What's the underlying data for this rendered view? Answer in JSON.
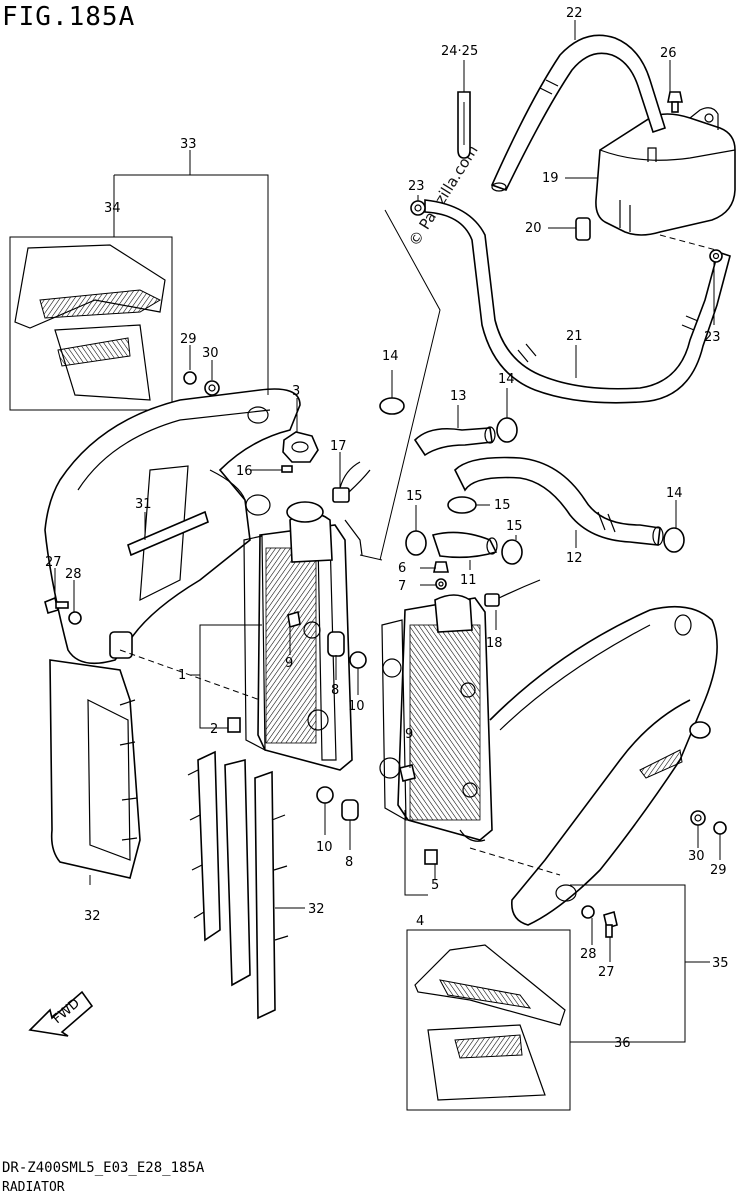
{
  "figure_title": "FIG.185A",
  "model_code": "DR-Z400SML5_E03_E28_185A",
  "section_name": "RADIATOR",
  "watermark": "© Partzilla.com",
  "fwd_label": "FWD",
  "callouts": [
    {
      "id": "c1",
      "text": "1"
    },
    {
      "id": "c2",
      "text": "2"
    },
    {
      "id": "c3",
      "text": "3"
    },
    {
      "id": "c4",
      "text": "4"
    },
    {
      "id": "c5",
      "text": "5"
    },
    {
      "id": "c6",
      "text": "6"
    },
    {
      "id": "c7",
      "text": "7"
    },
    {
      "id": "c8a",
      "text": "8"
    },
    {
      "id": "c8b",
      "text": "8"
    },
    {
      "id": "c9a",
      "text": "9"
    },
    {
      "id": "c9b",
      "text": "9"
    },
    {
      "id": "c10a",
      "text": "10"
    },
    {
      "id": "c10b",
      "text": "10"
    },
    {
      "id": "c11",
      "text": "11"
    },
    {
      "id": "c12",
      "text": "12"
    },
    {
      "id": "c13",
      "text": "13"
    },
    {
      "id": "c14a",
      "text": "14"
    },
    {
      "id": "c14b",
      "text": "14"
    },
    {
      "id": "c14c",
      "text": "14"
    },
    {
      "id": "c15a",
      "text": "15"
    },
    {
      "id": "c15b",
      "text": "15"
    },
    {
      "id": "c15c",
      "text": "15"
    },
    {
      "id": "c16",
      "text": "16"
    },
    {
      "id": "c17",
      "text": "17"
    },
    {
      "id": "c18",
      "text": "18"
    },
    {
      "id": "c19",
      "text": "19"
    },
    {
      "id": "c20",
      "text": "20"
    },
    {
      "id": "c21",
      "text": "21"
    },
    {
      "id": "c22",
      "text": "22"
    },
    {
      "id": "c23a",
      "text": "23"
    },
    {
      "id": "c23b",
      "text": "23"
    },
    {
      "id": "c2425",
      "text": "24·25"
    },
    {
      "id": "c26",
      "text": "26"
    },
    {
      "id": "c27a",
      "text": "27"
    },
    {
      "id": "c27b",
      "text": "27"
    },
    {
      "id": "c28a",
      "text": "28"
    },
    {
      "id": "c28b",
      "text": "28"
    },
    {
      "id": "c29a",
      "text": "29"
    },
    {
      "id": "c29b",
      "text": "29"
    },
    {
      "id": "c30a",
      "text": "30"
    },
    {
      "id": "c30b",
      "text": "30"
    },
    {
      "id": "c31",
      "text": "31"
    },
    {
      "id": "c32a",
      "text": "32"
    },
    {
      "id": "c32b",
      "text": "32"
    },
    {
      "id": "c33",
      "text": "33"
    },
    {
      "id": "c34",
      "text": "34"
    },
    {
      "id": "c35",
      "text": "35"
    },
    {
      "id": "c36",
      "text": "36"
    }
  ]
}
